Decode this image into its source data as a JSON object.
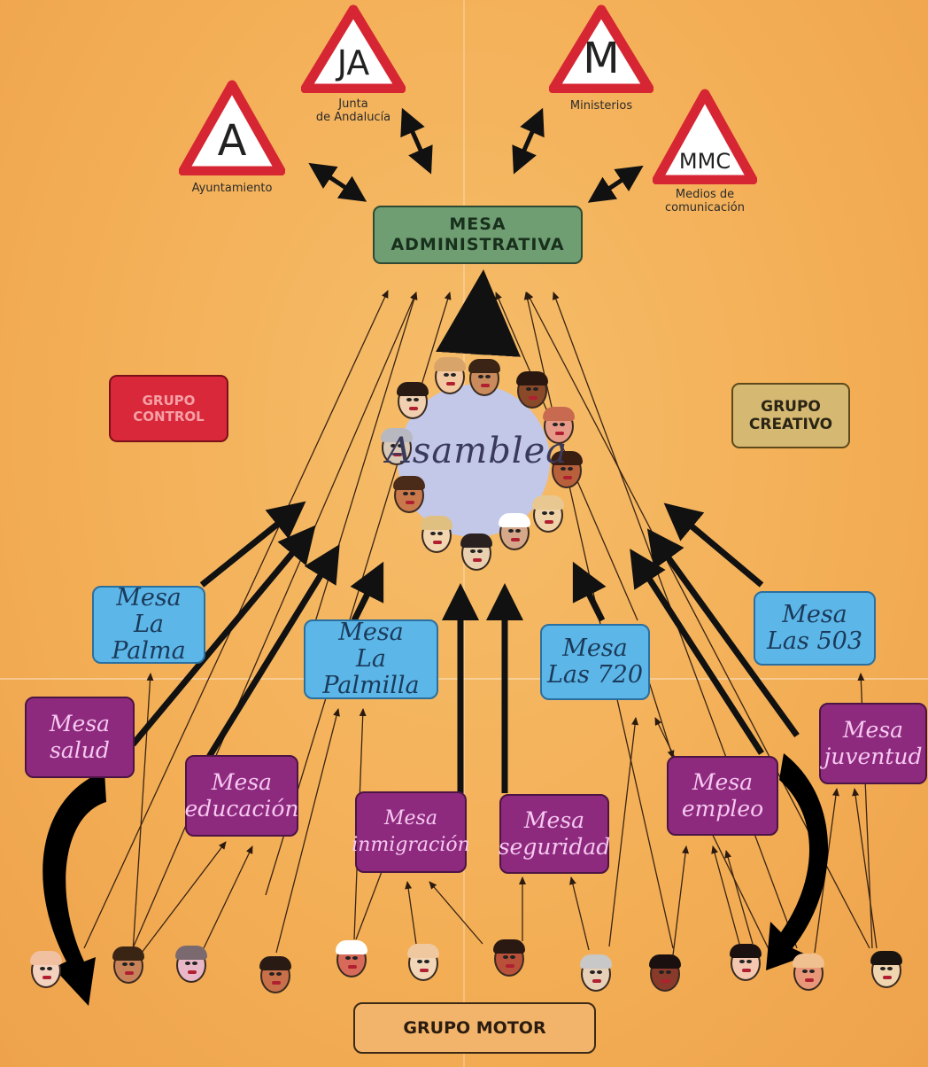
{
  "triangles": [
    {
      "id": "ayuntamiento",
      "letter": "A",
      "caption": "Ayuntamiento"
    },
    {
      "id": "junta",
      "letter": "JA",
      "caption": "Junta\nde Andalucía"
    },
    {
      "id": "ministerios",
      "letter": "M",
      "caption": "Ministerios"
    },
    {
      "id": "medios",
      "letter": "MMC",
      "caption": "Medios de\ncomunicación"
    }
  ],
  "mesa_administrativa": "MESA\nADMINISTRATIVA",
  "grupo_control": "GRUPO\nCONTROL",
  "grupo_creativo": "GRUPO\nCREATIVO",
  "grupo_motor": "GRUPO MOTOR",
  "asamblea": "Asamblea",
  "mesas_territoriales": [
    {
      "id": "la-palma",
      "label": "Mesa\nLa Palma"
    },
    {
      "id": "la-palmilla",
      "label": "Mesa\nLa Palmilla"
    },
    {
      "id": "las-720",
      "label": "Mesa\nLas 720"
    },
    {
      "id": "las-503",
      "label": "Mesa\nLas 503"
    }
  ],
  "mesas_tematicas": [
    {
      "id": "salud",
      "label": "Mesa\nsalud"
    },
    {
      "id": "educacion",
      "label": "Mesa\neducación"
    },
    {
      "id": "inmigracion",
      "label": "Mesa\ninmigración"
    },
    {
      "id": "seguridad",
      "label": "Mesa\nseguridad"
    },
    {
      "id": "empleo",
      "label": "Mesa\nempleo"
    },
    {
      "id": "juventud",
      "label": "Mesa\njuventud"
    }
  ],
  "colors": {
    "background": "#f4b25a",
    "triangle_border": "#d62633",
    "mesa_administrativa": "#6f9e73",
    "grupo_control": "#d8283a",
    "grupo_creativo": "#d5b972",
    "mesa_territorial": "#5cb6e8",
    "mesa_tematica": "#8e2a7e",
    "asamblea": "#c3c7e8"
  }
}
